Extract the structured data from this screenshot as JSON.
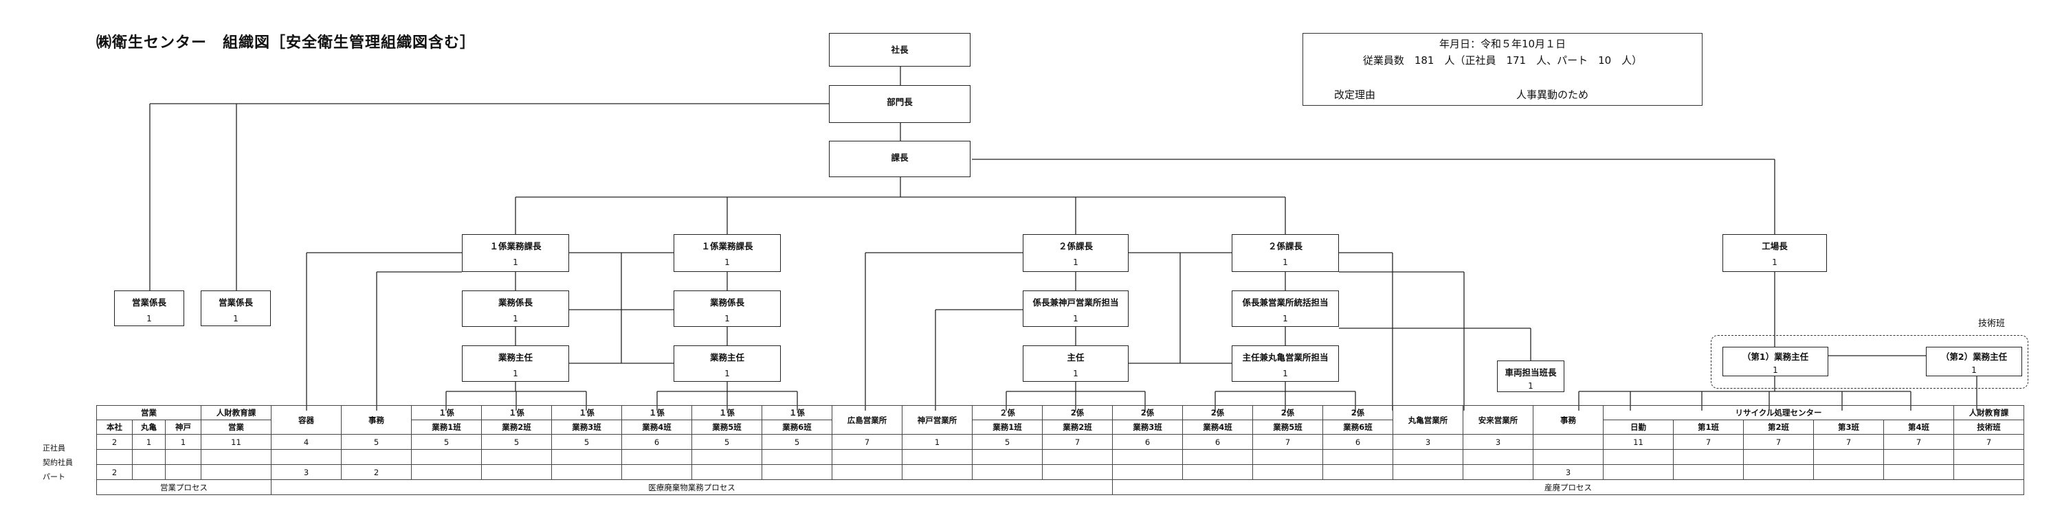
{
  "title": "㈱衛生センター　組織図［安全衛生管理組織図含む］",
  "info": {
    "date": "年月日：令和５年10月１日",
    "employees": "従業員数　181　人（正社員　171　人、パート　10　人）",
    "reason_label": "改定理由",
    "reason_value": "人事異動のため"
  },
  "boxes": {
    "shacho": {
      "title": "社長"
    },
    "buchou": {
      "title": "部門長"
    },
    "kachou": {
      "title": "課長"
    },
    "eigyo1": {
      "title": "営業係長",
      "count": "1"
    },
    "eigyo2": {
      "title": "営業係長",
      "count": "1"
    },
    "g1a": {
      "title": "１係業務課長",
      "count": "1"
    },
    "g1b": {
      "title": "１係業務課長",
      "count": "1"
    },
    "gk1": {
      "title": "業務係長",
      "count": "1"
    },
    "gk2": {
      "title": "業務係長",
      "count": "1"
    },
    "gs1": {
      "title": "業務主任",
      "count": "1"
    },
    "gs2": {
      "title": "業務主任",
      "count": "1"
    },
    "k2a": {
      "title": "２係課長",
      "count": "1"
    },
    "k2b": {
      "title": "２係課長",
      "count": "1"
    },
    "kobe": {
      "title": "係長兼神戸営業所担当",
      "count": "1"
    },
    "tokatsu": {
      "title": "係長兼営業所統括担当",
      "count": "1"
    },
    "shunin": {
      "title": "主任",
      "count": "1"
    },
    "marugame": {
      "title": "主任兼丸亀営業所担当",
      "count": "1"
    },
    "sharyo": {
      "title": "車両担当班長",
      "count": "1"
    },
    "kojo": {
      "title": "工場長",
      "count": "1"
    },
    "dai1": {
      "title": "（第1）業務主任",
      "count": "1"
    },
    "dai2": {
      "title": "（第2）業務主任",
      "count": "1"
    }
  },
  "gijutsu_label": "技術班",
  "row_labels": [
    "正社員",
    "契約社員",
    "パート"
  ],
  "table": {
    "top": [
      "営業",
      "人財教育課",
      "容器",
      "事務",
      "１係",
      "１係",
      "１係",
      "１係",
      "１係",
      "１係",
      "広島営業所",
      "神戸営業所",
      "２係",
      "2係",
      "2係",
      "2係",
      "2係",
      "2係",
      "丸亀営業所",
      "安来営業所",
      "事務",
      "リサイクル処理センター",
      "人財教育課"
    ],
    "sub": [
      "本社",
      "丸亀",
      "神戸",
      "営業",
      "業務1班",
      "業務2班",
      "業務3班",
      "業務4班",
      "業務5班",
      "業務6班",
      "業務1班",
      "業務2班",
      "業務3班",
      "業務4班",
      "業務5班",
      "業務6班",
      "日勤",
      "第1班",
      "第2班",
      "第3班",
      "第4班",
      "技術班"
    ],
    "seishain": [
      "2",
      "1",
      "1",
      "11",
      "4",
      "5",
      "5",
      "5",
      "5",
      "6",
      "5",
      "5",
      "7",
      "1",
      "5",
      "7",
      "6",
      "6",
      "7",
      "6",
      "3",
      "3",
      "",
      "11",
      "7",
      "7",
      "7",
      "7",
      "7"
    ],
    "part": [
      "2",
      "",
      "",
      "",
      "3",
      "2",
      "",
      "",
      "",
      "",
      "",
      "",
      "",
      "",
      "",
      "",
      "",
      "",
      "",
      "",
      "",
      "",
      "3",
      "",
      "",
      "",
      "",
      "",
      ""
    ],
    "process": [
      "営業プロセス",
      "医療廃棄物業務プロセス",
      "産廃プロセス"
    ]
  }
}
